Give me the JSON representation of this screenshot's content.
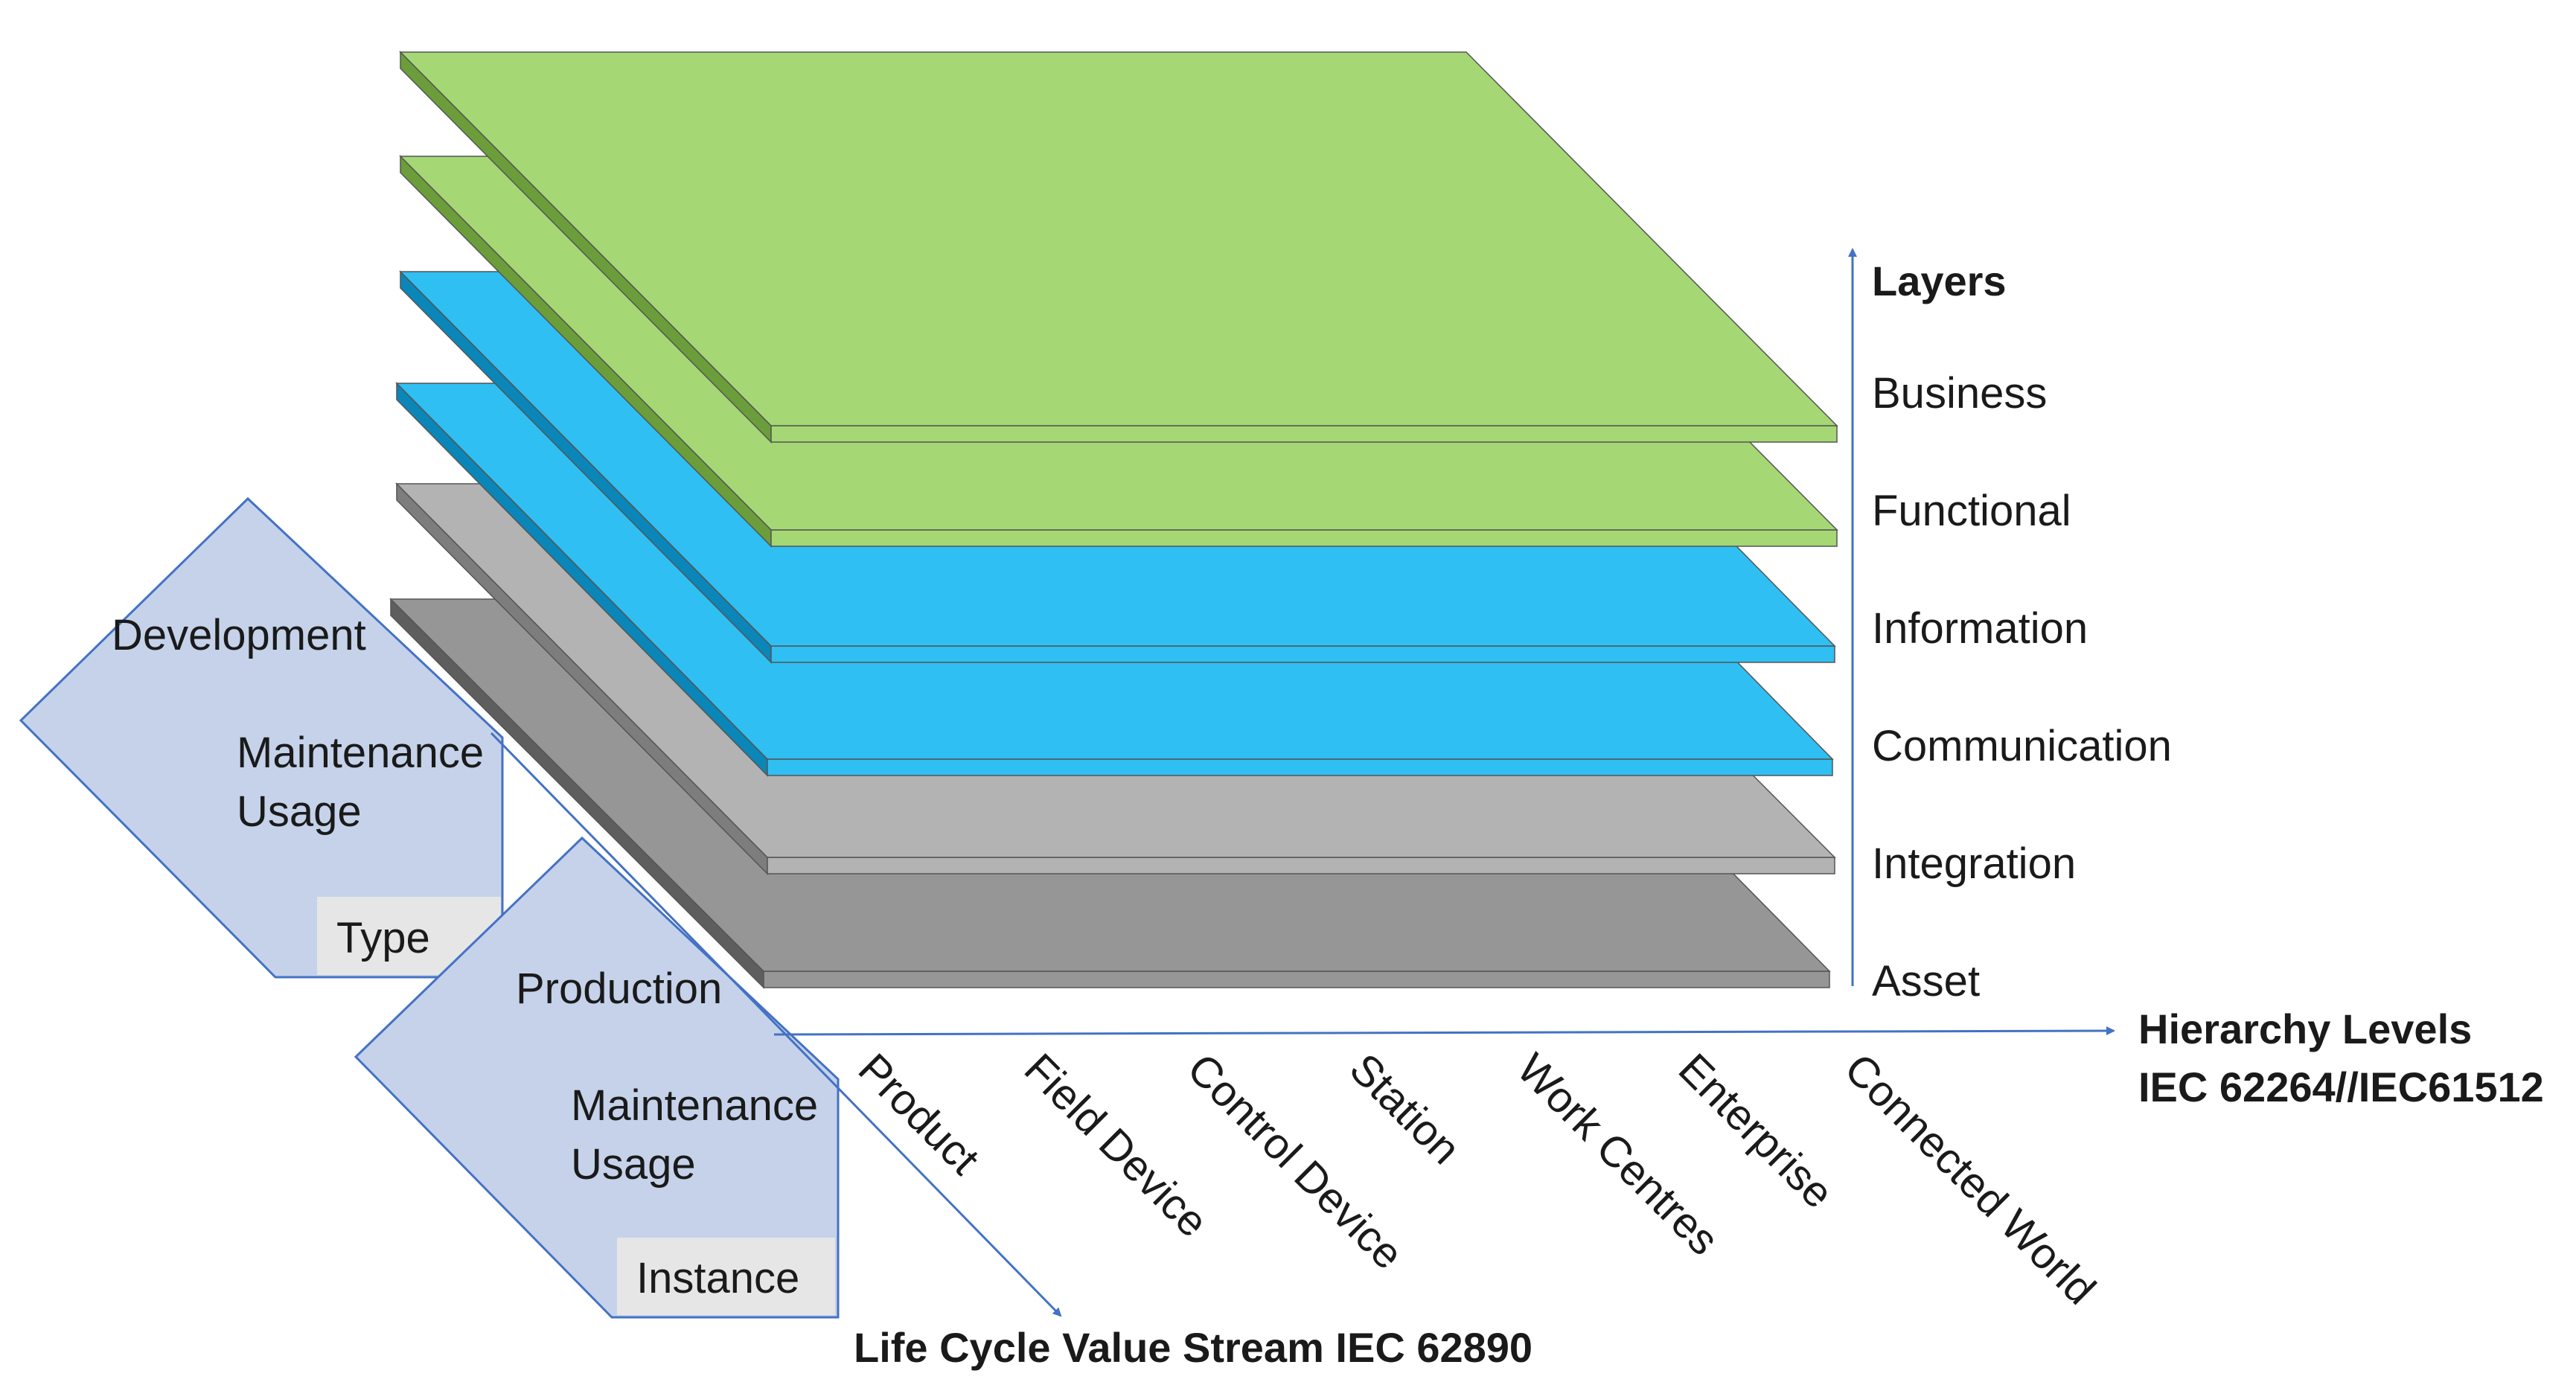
{
  "layers": {
    "title": "Layers",
    "items": [
      {
        "label": "Business",
        "color": "#a5d874",
        "edge": "#6b9e3a"
      },
      {
        "label": "Functional",
        "color": "#a5d874",
        "edge": "#6b9e3a"
      },
      {
        "label": "Information",
        "color": "#2fbff2",
        "edge": "#0a86b8"
      },
      {
        "label": "Communication",
        "color": "#2fbff2",
        "edge": "#0a86b8"
      },
      {
        "label": "Integration",
        "color": "#b3b3b3",
        "edge": "#7d7d7d"
      },
      {
        "label": "Asset",
        "color": "#969696",
        "edge": "#5e5e5e"
      }
    ]
  },
  "hierarchy": {
    "title_line1": "Hierarchy Levels",
    "title_line2": "IEC 62264//IEC61512",
    "levels": [
      "Product",
      "Field Device",
      "Control Device",
      "Station",
      "Work Centres",
      "Enterprise",
      "Connected World"
    ]
  },
  "life_cycle": {
    "axis_label": "Life Cycle Value Stream IEC 62890",
    "type_box": {
      "line1": "Development",
      "line2": "Maintenance",
      "line3": "Usage",
      "tag": "Type"
    },
    "instance_box": {
      "line1": "Production",
      "line2": "Maintenance",
      "line3": "Usage",
      "tag": "Instance"
    }
  },
  "colors": {
    "axis": "#4472c4",
    "chevron_fill": "#c5d2ea",
    "chevron_stroke": "#4472c4",
    "tag_fill": "#e6e6e6"
  }
}
